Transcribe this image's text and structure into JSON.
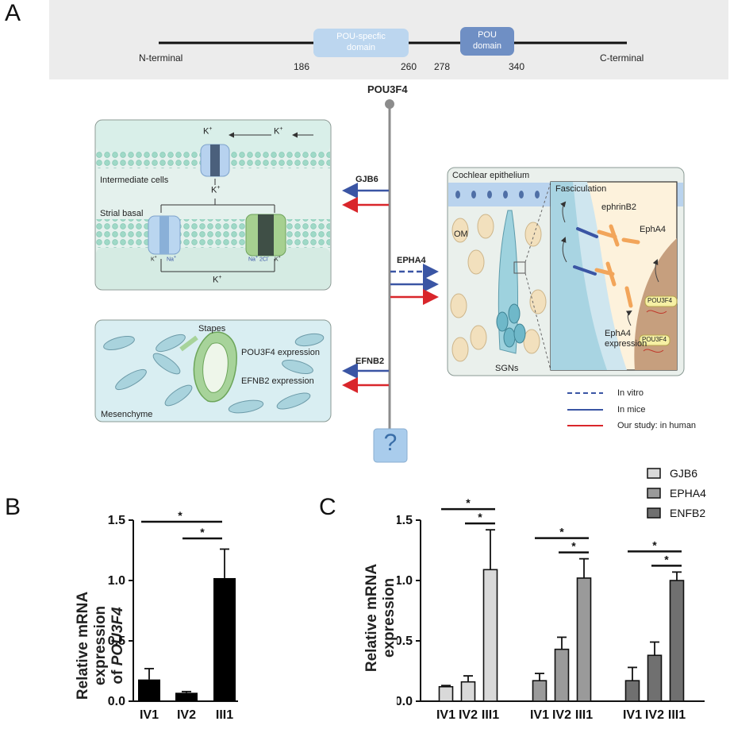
{
  "panel_a": {
    "letter": "A",
    "domain": {
      "n_terminal": "N-terminal",
      "c_terminal": "C-terminal",
      "pou_specific": "POU-specfic domain",
      "pou_specific_l1": "POU-specfic",
      "pou_specific_l2": "domain",
      "pou_l1": "POU",
      "pou_l2": "domain",
      "positions": [
        "186",
        "260",
        "278",
        "340"
      ]
    },
    "gene": "POU3F4",
    "targets": [
      "GJB6",
      "EPHA4",
      "EFNB2"
    ],
    "question_mark": "?",
    "stria": {
      "k1": "K",
      "k_sup": "+",
      "intermediate": "Intermediate cells",
      "strial_basal": "Strial basal",
      "na": "Na",
      "cl": "2Cl"
    },
    "mesenchyme": {
      "stapes": "Stapes",
      "pou3f4_expr": "POU3F4 expression",
      "efnb2_expr": "EFNB2 expression",
      "mesenchyme": "Mesenchyme"
    },
    "cochlea": {
      "epithelium": "Cochlear epithelium",
      "om": "OM",
      "sgns": "SGNs",
      "fasciculation": "Fasciculation",
      "ephrinb2": "ephrinB2",
      "epha4": "EphA4",
      "epha4_expr_l1": "EphA4",
      "epha4_expr_l2": "expression",
      "pou3f4_tag": "POU3F4"
    },
    "legend": {
      "in_vitro": "In vitro",
      "in_mice": "In mice",
      "our_study": "Our study: in human"
    },
    "colors": {
      "blue": "#3a55a4",
      "red": "#d9262b",
      "gray": "#8c8c8c"
    }
  },
  "panel_b": {
    "letter": "B",
    "ylabel_l1": "Relative mRNA expression",
    "ylabel_l2": "of ",
    "ylabel_gene": "POU3F4",
    "star": "*"
  },
  "panel_c": {
    "letter": "C",
    "ylabel": "Relative mRNA expression",
    "star": "*"
  },
  "chart_data": [
    {
      "type": "bar",
      "categories": [
        "IV1",
        "IV2",
        "III1"
      ],
      "values": [
        0.18,
        0.07,
        1.02
      ],
      "errors": [
        0.09,
        0.01,
        0.24
      ],
      "ylim": [
        0,
        1.5
      ],
      "yticks": [
        "0.0",
        "0.5",
        "1.0",
        "1.5"
      ],
      "significance": [
        [
          "IV1",
          "III1"
        ],
        [
          "IV2",
          "III1"
        ]
      ],
      "color": "#000000"
    },
    {
      "type": "bar",
      "categories": [
        "IV1",
        "IV2",
        "III1"
      ],
      "series": [
        {
          "name": "GJB6",
          "values": [
            0.12,
            0.16,
            1.09
          ],
          "errors": [
            0.01,
            0.05,
            0.33
          ],
          "color": "#d9d9d9"
        },
        {
          "name": "EPHA4",
          "values": [
            0.17,
            0.43,
            1.02
          ],
          "errors": [
            0.06,
            0.1,
            0.16
          ],
          "color": "#9a9a9a"
        },
        {
          "name": "ENFB2",
          "values": [
            0.17,
            0.38,
            1.0
          ],
          "errors": [
            0.11,
            0.11,
            0.07
          ],
          "color": "#707070"
        }
      ],
      "ylim": [
        0,
        1.5
      ],
      "yticks": [
        "0.0",
        "0.5",
        "1.0",
        "1.5"
      ],
      "legend": "top-right",
      "significance": [
        [
          "IV1",
          "III1"
        ],
        [
          "IV2",
          "III1"
        ]
      ]
    }
  ]
}
